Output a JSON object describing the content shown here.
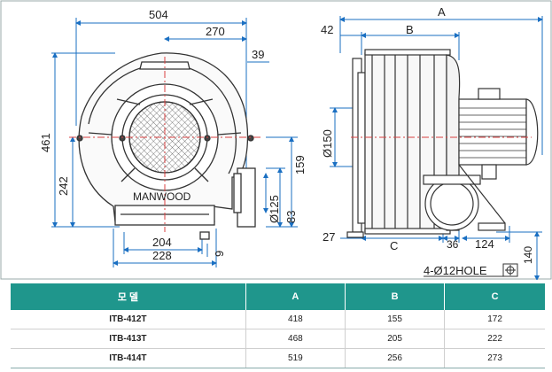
{
  "front_view": {
    "dims": {
      "overall_width": "504",
      "half_width": "270",
      "flange_width": "39",
      "overall_height": "461",
      "center_height": "242",
      "outlet_offset": "159",
      "outlet_dia": "Ø125",
      "outlet_base": "83",
      "base_width": "204",
      "base_total": "228",
      "base_thickness": "9"
    },
    "brand_label": "MANWOOD"
  },
  "side_view": {
    "dims": {
      "A": "A",
      "B": "B",
      "offset_42": "42",
      "inlet_dia": "Ø150",
      "base_27": "27",
      "C": "C",
      "d36": "36",
      "d124": "124",
      "d140": "140"
    },
    "hole_note": "4-Ø12HOLE"
  },
  "spec_table": {
    "headers": [
      "모 델",
      "A",
      "B",
      "C"
    ],
    "rows": [
      [
        "ITB-412T",
        "418",
        "155",
        "172"
      ],
      [
        "ITB-413T",
        "468",
        "205",
        "222"
      ],
      [
        "ITB-414T",
        "519",
        "256",
        "273"
      ]
    ]
  },
  "colors": {
    "header_bg": "#1f968c",
    "dimension_line": "#1a6fc2",
    "center_line": "#d94040"
  }
}
